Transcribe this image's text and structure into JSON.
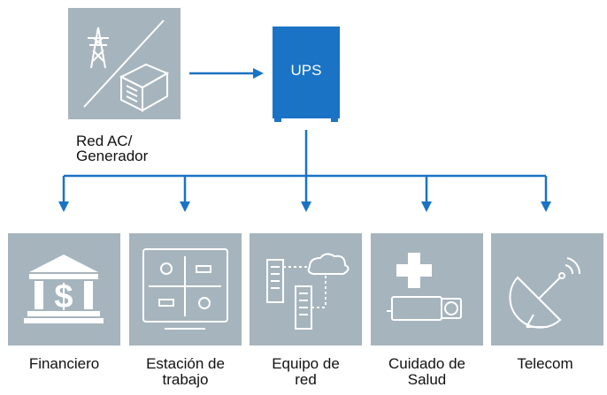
{
  "source": {
    "label_line1": "Red AC/",
    "label_line2": "Generador"
  },
  "ups": {
    "label": "UPS"
  },
  "categories": [
    {
      "line1": "Financiero",
      "line2": ""
    },
    {
      "line1": "Estación de",
      "line2": "trabajo"
    },
    {
      "line1": "Equipo de",
      "line2": "red"
    },
    {
      "line1": "Cuidado de",
      "line2": "Salud"
    },
    {
      "line1": "Telecom",
      "line2": ""
    }
  ],
  "colors": {
    "box": "#a6b4bd",
    "arrow": "#1a73c4",
    "ups": "#1a73c4",
    "icon": "#ffffff"
  }
}
